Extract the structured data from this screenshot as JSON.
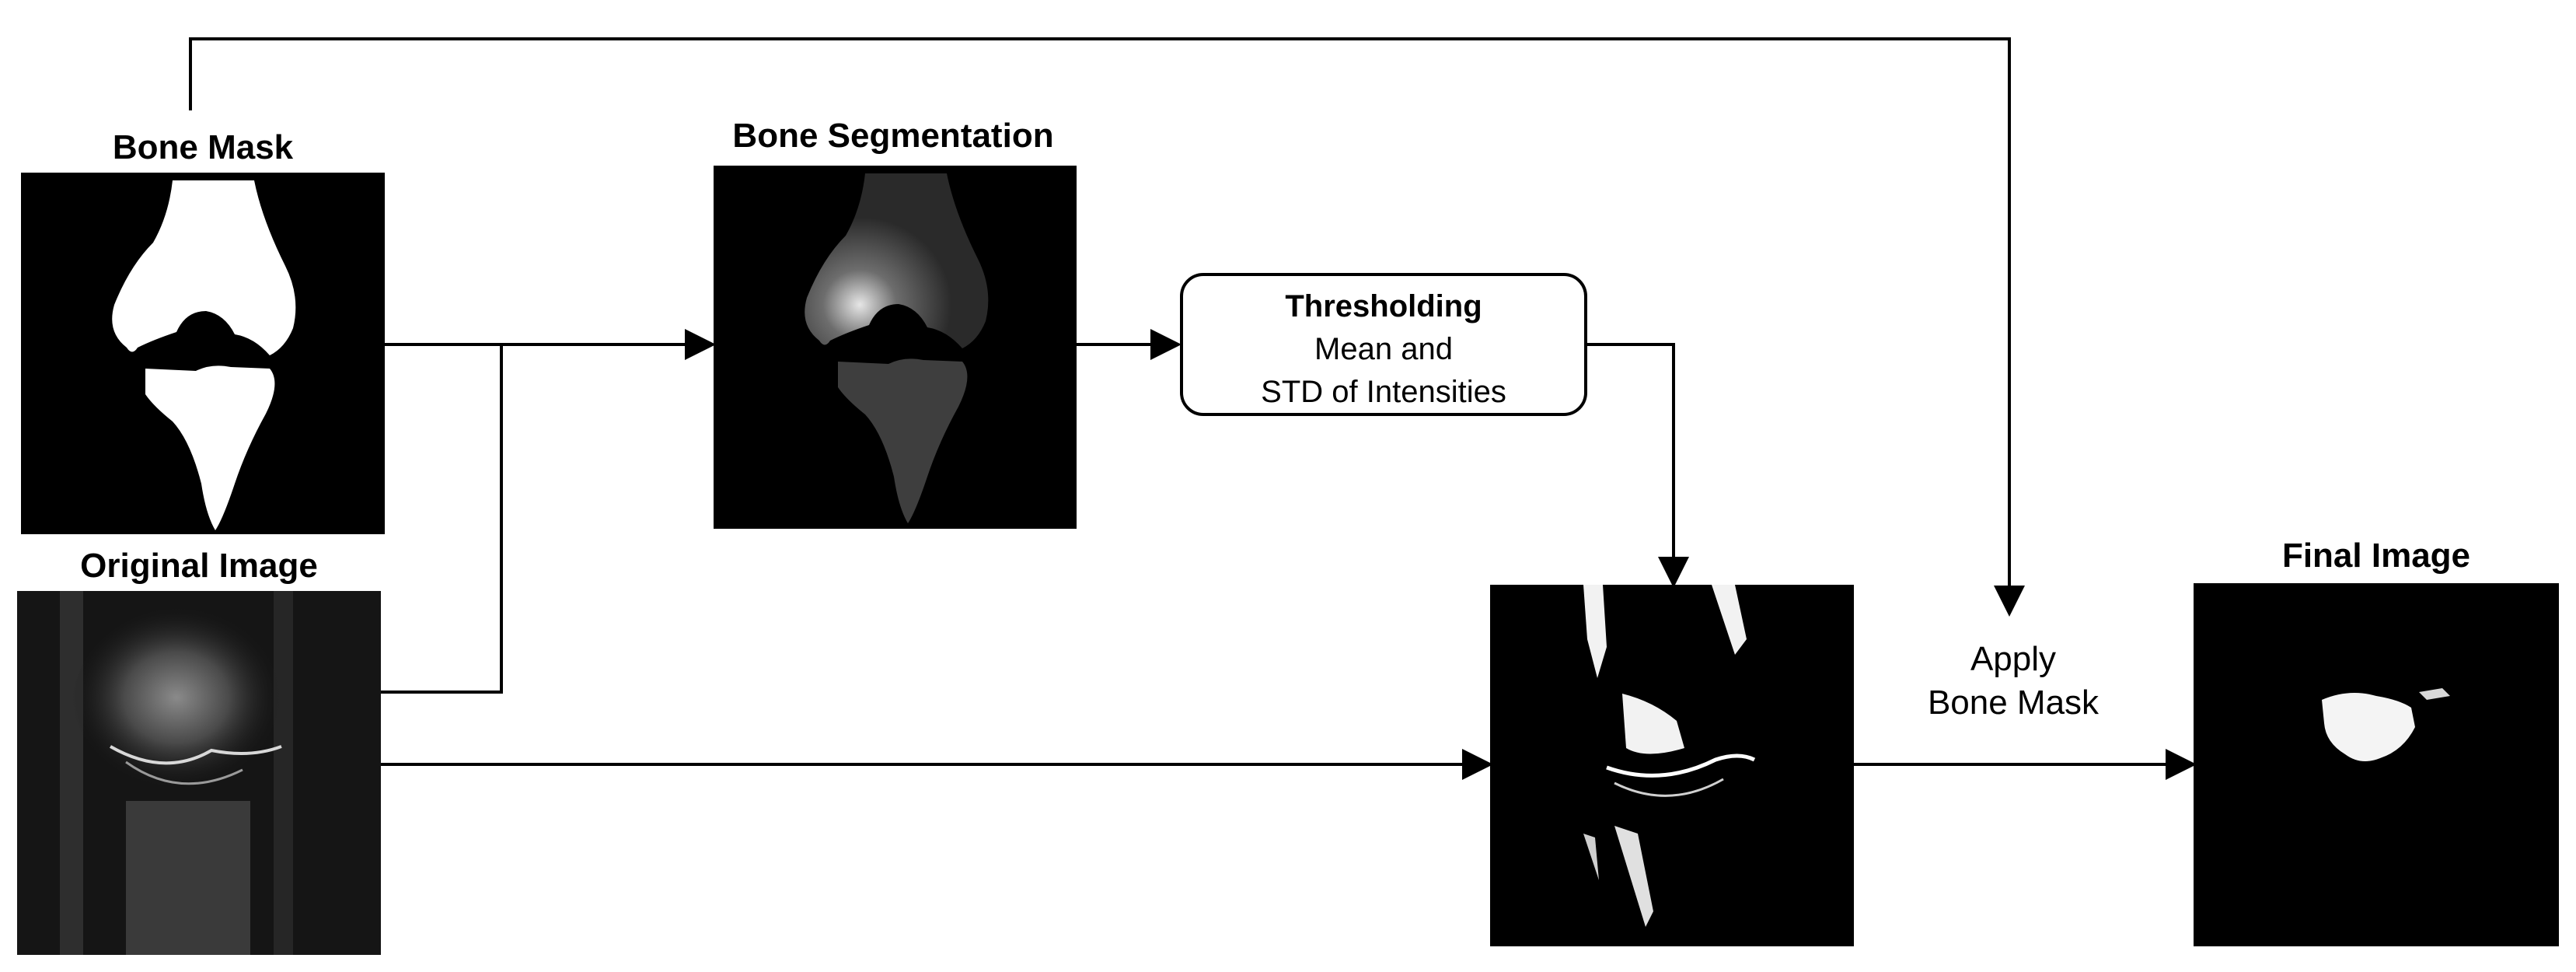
{
  "labels": {
    "bone_mask": "Bone Mask",
    "bone_segmentation": "Bone Segmentation",
    "original_image": "Original Image",
    "final_image": "Final Image"
  },
  "thresholding": {
    "title": "Thresholding",
    "line1": "Mean and",
    "line2": "STD of Intensities"
  },
  "apply": {
    "line1": "Apply",
    "line2": "Bone Mask"
  },
  "colors": {
    "background": "#ffffff",
    "panel": "#000000",
    "line": "#000000"
  }
}
